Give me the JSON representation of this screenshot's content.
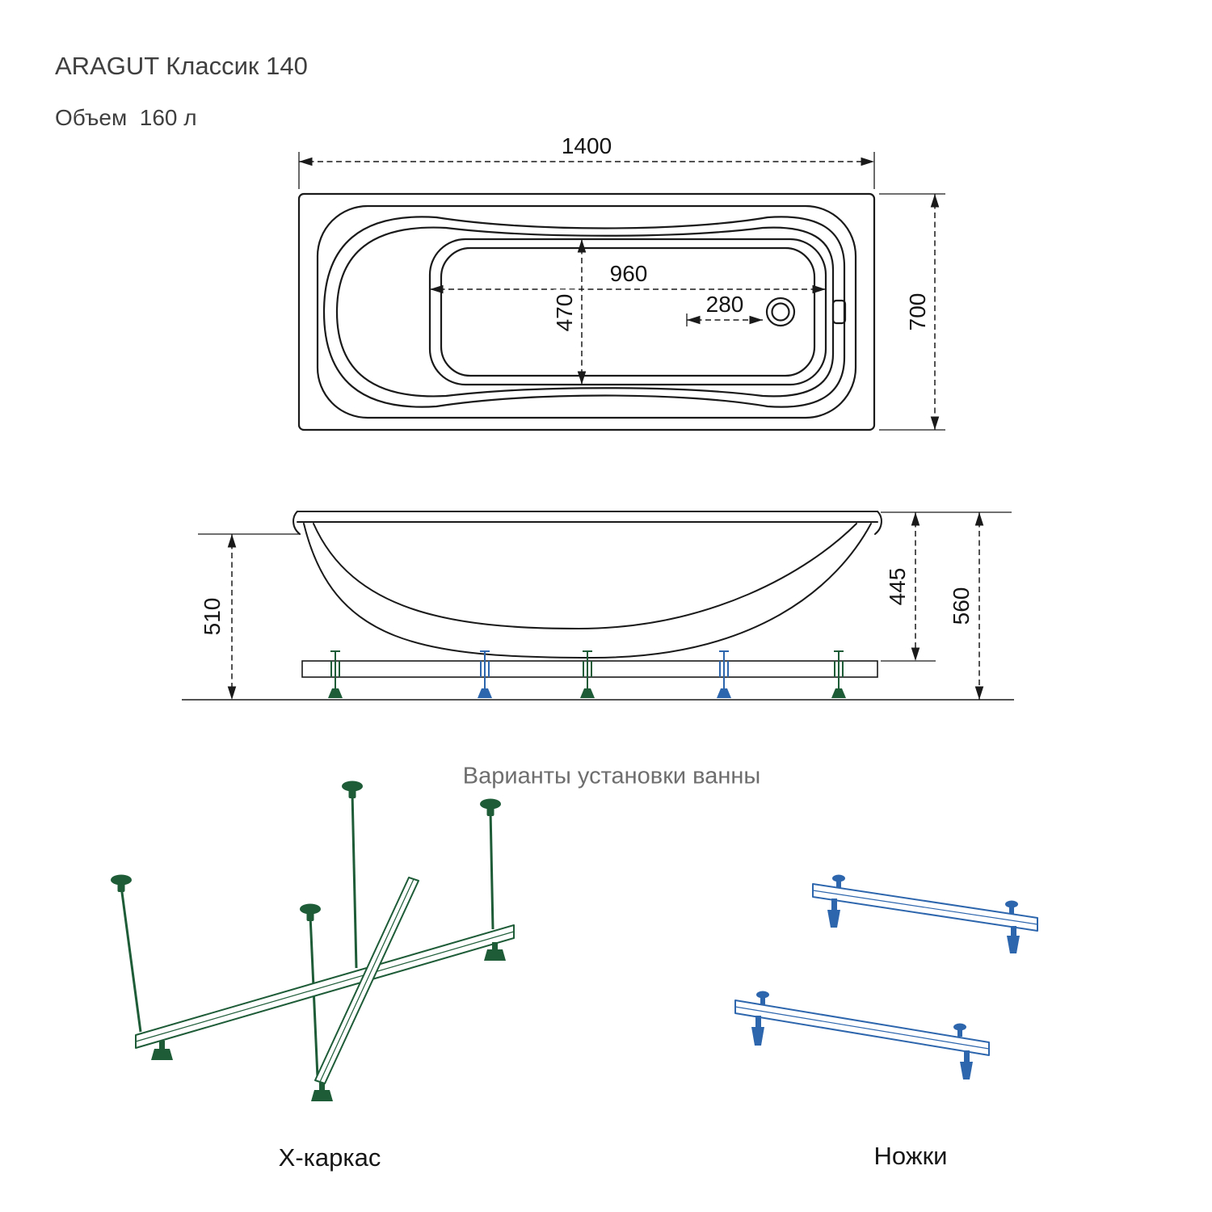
{
  "header": {
    "title": "ARAGUT Классик 140",
    "volume": "Объем  160 л"
  },
  "top_view": {
    "length": "1400",
    "width": "700",
    "inner_length": "960",
    "inner_width": "470",
    "drain_offset": "280"
  },
  "side_view": {
    "height_inner": "510",
    "height_to_frame": "445",
    "height_total": "560"
  },
  "installation": {
    "section_title": "Варианты установки ванны",
    "xframe_label": "Х-каркас",
    "legs_label": "Ножки"
  },
  "colors": {
    "line": "#1a1a1a",
    "frame_green": "#1e5c38",
    "legs_blue": "#2e66ad"
  }
}
